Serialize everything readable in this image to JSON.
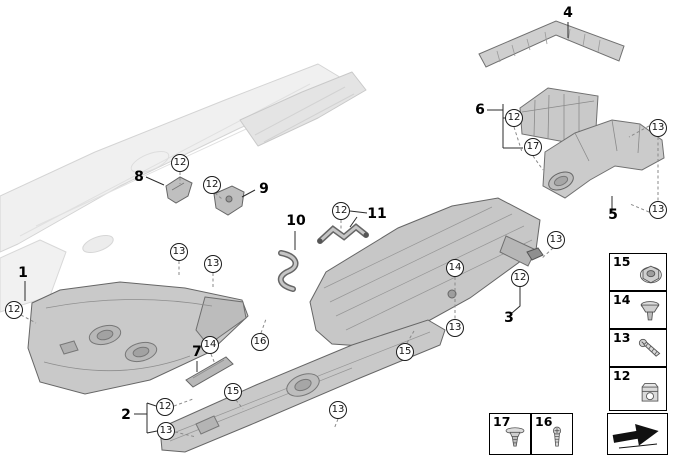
{
  "part_labels": {
    "p1": "1",
    "p2": "2",
    "p3": "3",
    "p4": "4",
    "p5": "5",
    "p6": "6",
    "p7": "7",
    "p8": "8",
    "p9": "9",
    "p10": "10",
    "p11": "11"
  },
  "balloons": [
    {
      "n": "12"
    },
    {
      "n": "12"
    },
    {
      "n": "13"
    },
    {
      "n": "13"
    },
    {
      "n": "12"
    },
    {
      "n": "12"
    },
    {
      "n": "13"
    },
    {
      "n": "14"
    },
    {
      "n": "12"
    },
    {
      "n": "13"
    },
    {
      "n": "15"
    },
    {
      "n": "16"
    },
    {
      "n": "14"
    },
    {
      "n": "15"
    },
    {
      "n": "13"
    },
    {
      "n": "12"
    },
    {
      "n": "13"
    },
    {
      "n": "12"
    },
    {
      "n": "13"
    },
    {
      "n": "17"
    },
    {
      "n": "13"
    }
  ],
  "legend": {
    "right_column": [
      {
        "num": "15",
        "icon": "hex-nut-icon"
      },
      {
        "num": "14",
        "icon": "push-clip-icon"
      },
      {
        "num": "13",
        "icon": "screw-icon"
      },
      {
        "num": "12",
        "icon": "cage-clip-icon"
      }
    ],
    "bottom_row": [
      {
        "num": "17",
        "icon": "expanding-rivet-icon"
      },
      {
        "num": "16",
        "icon": "screw-icon"
      }
    ],
    "direction_arrow_icon": "direction-arrow-icon"
  }
}
